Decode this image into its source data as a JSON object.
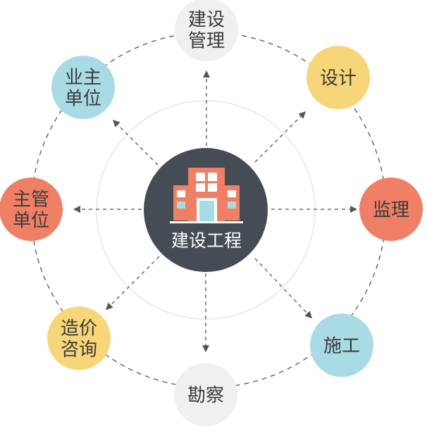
{
  "center": {
    "label": "建设工程",
    "color": "#454c55"
  },
  "nodes": [
    {
      "id": "management",
      "lines": [
        "建设",
        "管理"
      ],
      "color": "#f0f0f0"
    },
    {
      "id": "design",
      "lines": [
        "设计"
      ],
      "color": "#f7d67a"
    },
    {
      "id": "supervision",
      "lines": [
        "监理"
      ],
      "color": "#ef7f65"
    },
    {
      "id": "construction",
      "lines": [
        "施工"
      ],
      "color": "#a9dbe5"
    },
    {
      "id": "survey",
      "lines": [
        "勘察"
      ],
      "color": "#f0f0f0"
    },
    {
      "id": "consulting",
      "lines": [
        "造价",
        "咨询"
      ],
      "color": "#f7d67a"
    },
    {
      "id": "authority",
      "lines": [
        "主管",
        "单位"
      ],
      "color": "#ef7f65"
    },
    {
      "id": "owner",
      "lines": [
        "业主",
        "单位"
      ],
      "color": "#a9dbe5"
    }
  ],
  "colors": {
    "ring": "#e6e6e6",
    "dashes": "#555555",
    "arrows": "#555555",
    "building_main": "#ef7f65",
    "building_side": "#ef7f65",
    "window_light": "#ffffff",
    "window_blue": "#a9dbe5",
    "door": "#a9dbe5"
  }
}
